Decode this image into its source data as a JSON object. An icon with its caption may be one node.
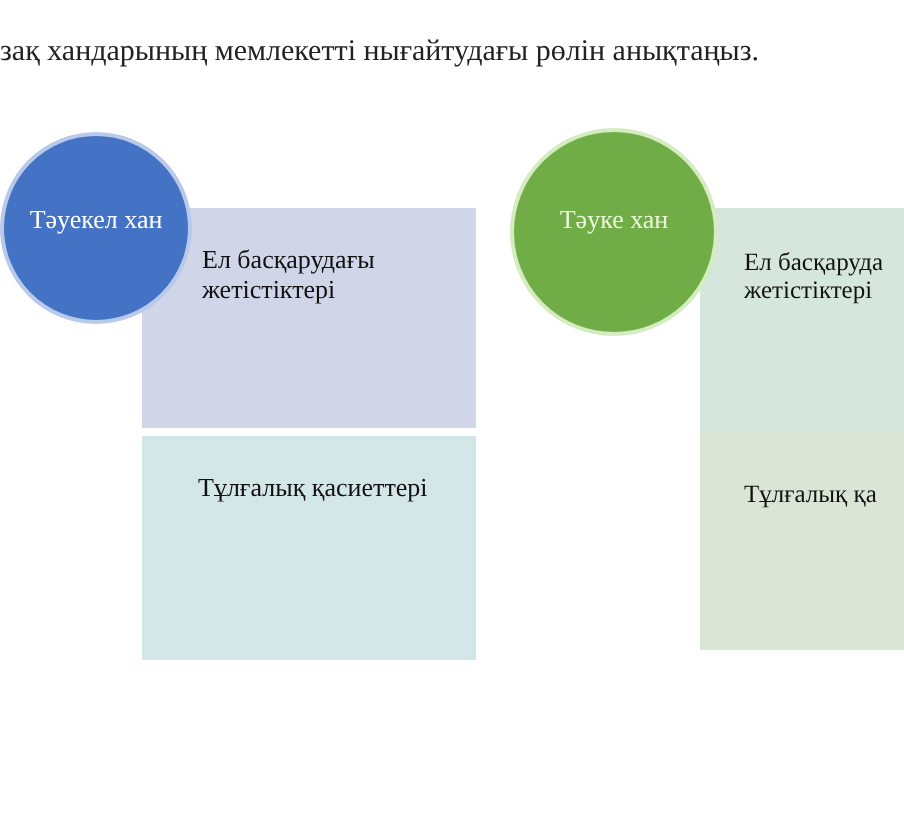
{
  "diagram": {
    "title": "зақ хандарының мемлекетті нығайтудағы рөлін анықтаңыз.",
    "nodes": [
      {
        "text": [
          "Тәуекел хан"
        ]
      },
      {
        "text": [
          "Ел басқарудағы жетістіктері"
        ]
      },
      {
        "text": [
          "Тұлғалық қасиеттері"
        ]
      },
      {
        "text": [
          "Тәуке хан"
        ]
      },
      {
        "text": [
          "Ел басқаруда жетістіктері"
        ]
      },
      {
        "text": [
          "Тұлғалық қа"
        ]
      }
    ],
    "edges": []
  }
}
